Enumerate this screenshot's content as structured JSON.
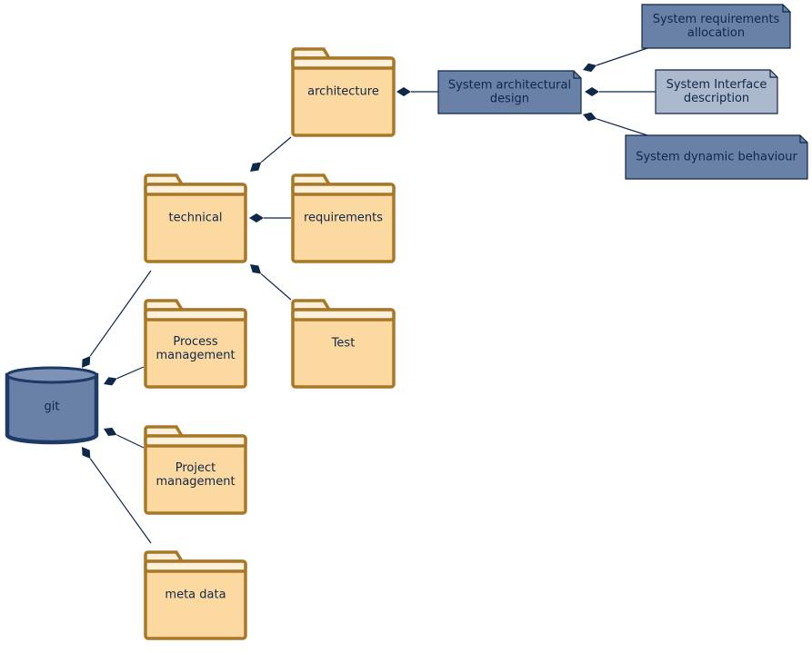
{
  "nodes": {
    "git": {
      "label": [
        "git"
      ],
      "kind": "database"
    },
    "technical": {
      "label": [
        "technical"
      ],
      "kind": "folder"
    },
    "process_management": {
      "label": [
        "Process",
        "management"
      ],
      "kind": "folder"
    },
    "project_management": {
      "label": [
        "Project",
        "management"
      ],
      "kind": "folder"
    },
    "meta_data": {
      "label": [
        "meta data"
      ],
      "kind": "folder"
    },
    "architecture": {
      "label": [
        "architecture"
      ],
      "kind": "folder"
    },
    "requirements": {
      "label": [
        "requirements"
      ],
      "kind": "folder"
    },
    "test": {
      "label": [
        "Test"
      ],
      "kind": "folder"
    },
    "system_architectural_design": {
      "label": [
        "System architectural",
        "design"
      ],
      "kind": "note",
      "color": "#6a81a7"
    },
    "system_requirements_allocation": {
      "label": [
        "System requirements",
        "allocation"
      ],
      "kind": "note",
      "color": "#6a81a7"
    },
    "system_interface_description": {
      "label": [
        "System Interface",
        "description"
      ],
      "kind": "note",
      "color": "#acb9cd"
    },
    "system_dynamic_behaviour": {
      "label": [
        "System dynamic behaviour"
      ],
      "kind": "note",
      "color": "#6a81a7"
    }
  },
  "edges": [
    {
      "from": "git",
      "to": "technical",
      "type": "composition"
    },
    {
      "from": "git",
      "to": "process_management",
      "type": "composition"
    },
    {
      "from": "git",
      "to": "project_management",
      "type": "composition"
    },
    {
      "from": "git",
      "to": "meta_data",
      "type": "composition"
    },
    {
      "from": "technical",
      "to": "architecture",
      "type": "composition"
    },
    {
      "from": "technical",
      "to": "requirements",
      "type": "composition"
    },
    {
      "from": "technical",
      "to": "test",
      "type": "composition"
    },
    {
      "from": "architecture",
      "to": "system_architectural_design",
      "type": "composition"
    },
    {
      "from": "system_architectural_design",
      "to": "system_requirements_allocation",
      "type": "composition"
    },
    {
      "from": "system_architectural_design",
      "to": "system_interface_description",
      "type": "composition"
    },
    {
      "from": "system_architectural_design",
      "to": "system_dynamic_behaviour",
      "type": "composition"
    }
  ],
  "colors": {
    "folder_fill": "#fcd9a0",
    "folder_border": "#a87828",
    "folder_tab": "#fff0dc",
    "note_dark": "#6a81a7",
    "note_light": "#acb9cd",
    "ink": "#0f2748",
    "database": "#6a81a7"
  }
}
